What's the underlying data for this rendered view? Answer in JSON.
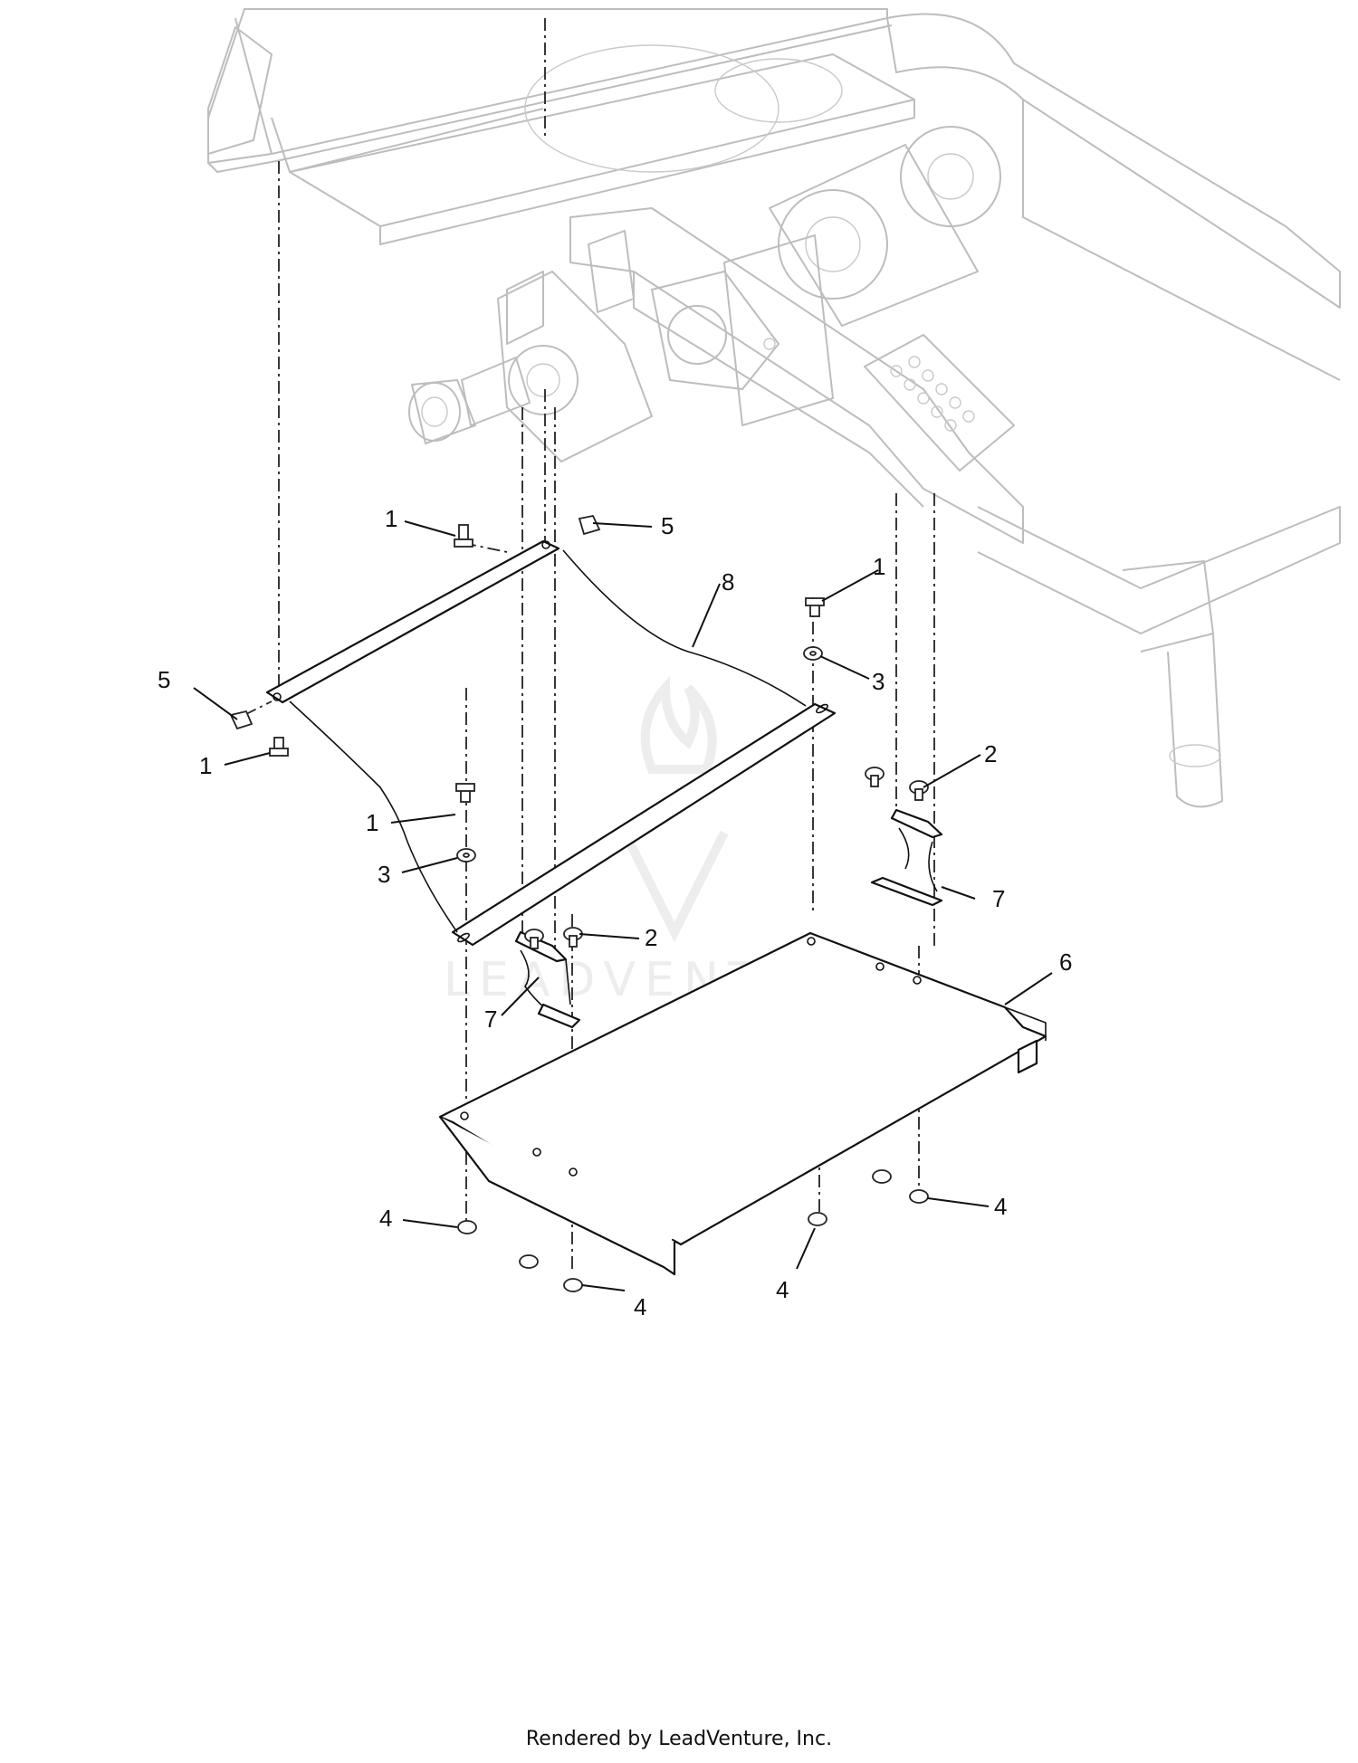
{
  "diagram": {
    "callouts": [
      {
        "id": "c1a",
        "label": "1"
      },
      {
        "id": "c1b",
        "label": "1"
      },
      {
        "id": "c1c",
        "label": "1"
      },
      {
        "id": "c1d",
        "label": "1"
      },
      {
        "id": "c2a",
        "label": "2"
      },
      {
        "id": "c2b",
        "label": "2"
      },
      {
        "id": "c3a",
        "label": "3"
      },
      {
        "id": "c3b",
        "label": "3"
      },
      {
        "id": "c4a",
        "label": "4"
      },
      {
        "id": "c4b",
        "label": "4"
      },
      {
        "id": "c4c",
        "label": "4"
      },
      {
        "id": "c4d",
        "label": "4"
      },
      {
        "id": "c5a",
        "label": "5"
      },
      {
        "id": "c5b",
        "label": "5"
      },
      {
        "id": "c6",
        "label": "6"
      },
      {
        "id": "c7a",
        "label": "7"
      },
      {
        "id": "c7b",
        "label": "7"
      },
      {
        "id": "c8",
        "label": "8"
      }
    ],
    "watermark": "LEADVENTURE",
    "colors": {
      "part_line": "#111111",
      "frame_line": "#bdbdbd",
      "watermark": "#ededed"
    }
  },
  "footer": {
    "text": "Rendered by LeadVenture, Inc."
  }
}
